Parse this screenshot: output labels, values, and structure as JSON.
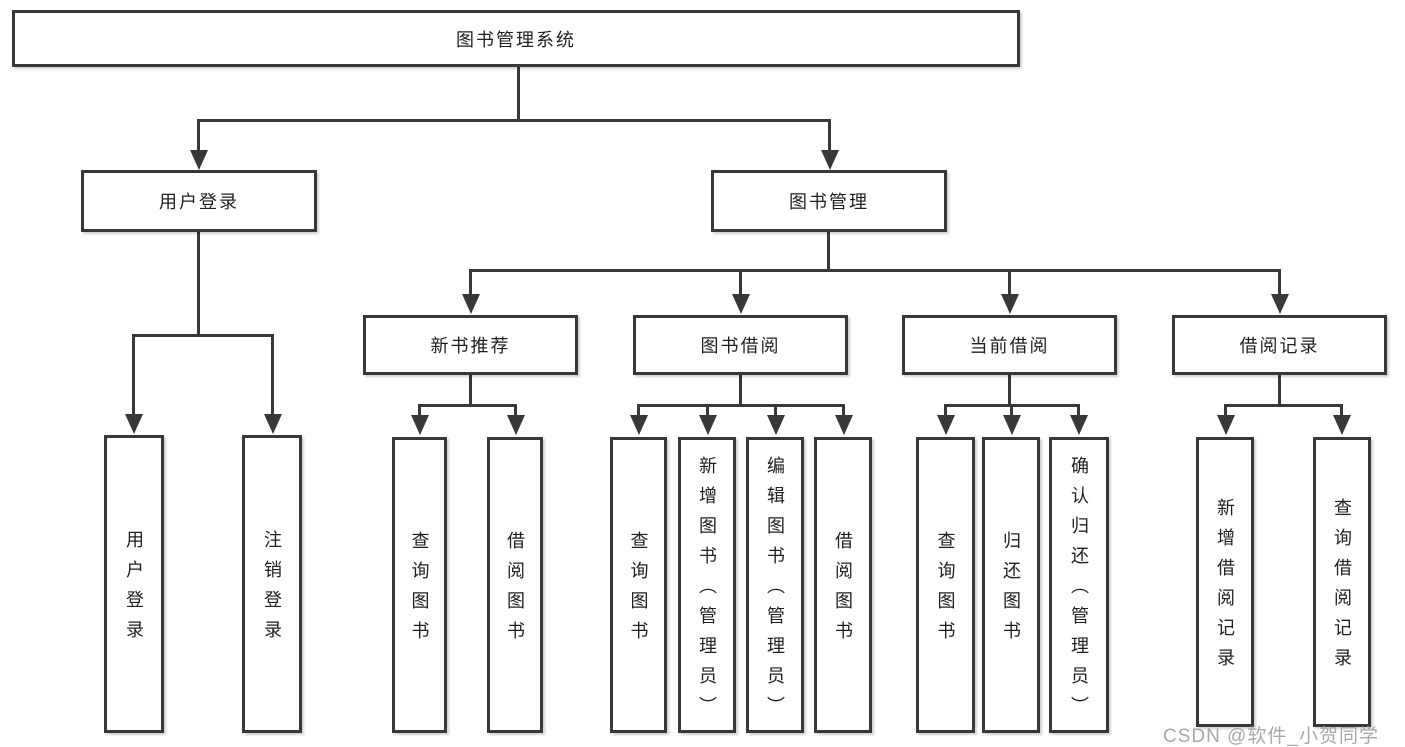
{
  "diagram": {
    "root": {
      "label": "图书管理系统"
    },
    "branches": [
      {
        "label": "用户登录",
        "children": [
          {
            "label": "用户登录"
          },
          {
            "label": "注销登录"
          }
        ]
      },
      {
        "label": "图书管理",
        "children": [
          {
            "label": "新书推荐",
            "children": [
              {
                "label": "查询图书"
              },
              {
                "label": "借阅图书"
              }
            ]
          },
          {
            "label": "图书借阅",
            "children": [
              {
                "label": "查询图书"
              },
              {
                "label": "新增图书（管理员）"
              },
              {
                "label": "编辑图书（管理员）"
              },
              {
                "label": "借阅图书"
              }
            ]
          },
          {
            "label": "当前借阅",
            "children": [
              {
                "label": "查询图书"
              },
              {
                "label": "归还图书"
              },
              {
                "label": "确认归还（管理员）"
              }
            ]
          },
          {
            "label": "借阅记录",
            "children": [
              {
                "label": "新增借阅记录"
              },
              {
                "label": "查询借阅记录"
              }
            ]
          }
        ]
      }
    ]
  },
  "watermark": "CSDN @软件_小贺同学",
  "colors": {
    "line": "#383838",
    "text": "#1f1f1f",
    "watermark": "#a8a8a8",
    "background": "#ffffff"
  }
}
